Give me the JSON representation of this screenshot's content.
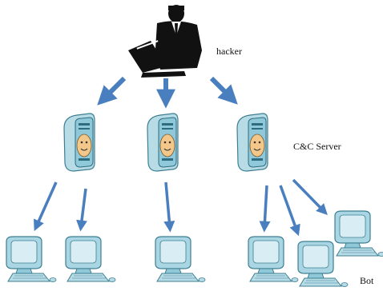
{
  "labels": {
    "hacker": "hacker",
    "server": "C&C Server",
    "bot": "Bot"
  },
  "colors": {
    "arrow": "#4a7fbf",
    "tower_body": "#b8dce6",
    "tower_front": "#8fc8d8",
    "tower_face": "#f3c78a",
    "monitor": "#a9d6e2",
    "screen": "#d8eef4",
    "hacker_suit": "#111111",
    "laptop": "#111111"
  },
  "icons": {
    "hacker": "hacker-at-laptop-icon",
    "server": "server-tower-icon",
    "bot": "computer-monitor-icon"
  }
}
